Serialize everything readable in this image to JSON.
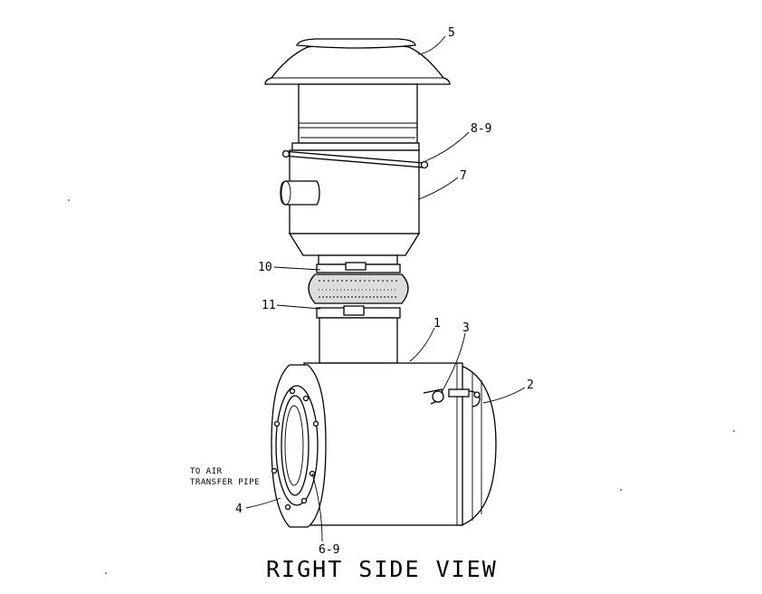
{
  "diagram": {
    "title": "RIGHT SIDE VIEW",
    "note_line1": "TO AIR",
    "note_line2": "TRANSFER PIPE",
    "callouts": {
      "c1": "1",
      "c2": "2",
      "c3": "3",
      "c4": "4",
      "c5": "5",
      "c6_9": "6-9",
      "c7": "7",
      "c8_9": "8-9",
      "c10": "10",
      "c11": "11"
    }
  }
}
